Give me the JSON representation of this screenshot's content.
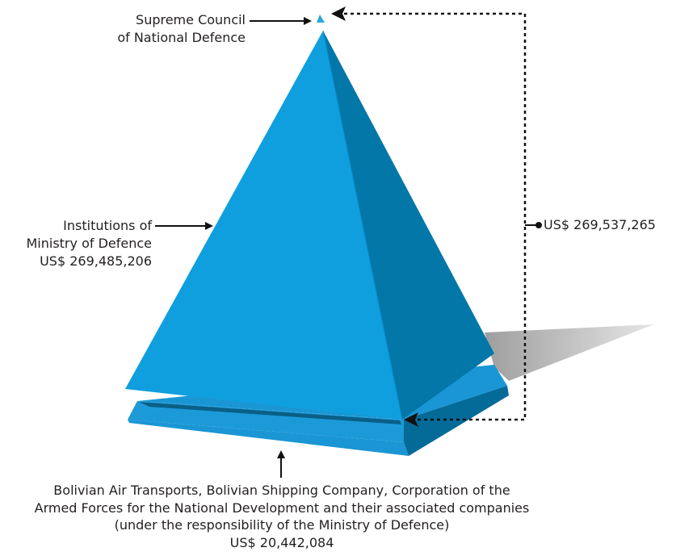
{
  "labels": {
    "apex": {
      "line1": "Supreme Council",
      "line2": "of National Defence"
    },
    "ministry": {
      "line1": "Institutions of",
      "line2": "Ministry of Defence",
      "amount": "US$ 269,485,206"
    },
    "total": {
      "amount": "US$ 269,537,265"
    },
    "base": {
      "line1": "Bolivian Air Transports, Bolivian Shipping Company, Corporation of the",
      "line2": "Armed Forces for the National Development and their associated companies",
      "line3": "(under the responsibility of the Ministry of Defence)",
      "amount": "US$ 20,442,084"
    }
  },
  "colors": {
    "pyramid_light": "#0f9fdf",
    "pyramid_dark": "#0277a8",
    "base_light": "#1a96d4",
    "base_dark": "#046a98",
    "shadow": "#bdbdbd",
    "arrow": "#111111",
    "apex_marker": "#2aa7de"
  }
}
